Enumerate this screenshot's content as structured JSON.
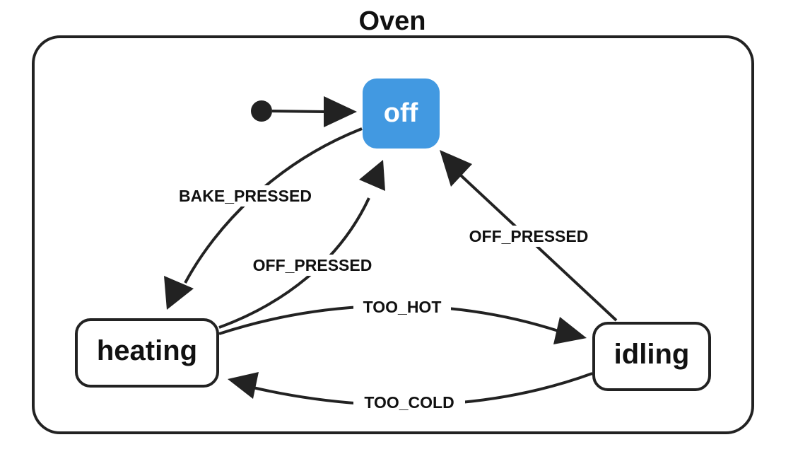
{
  "diagram": {
    "title": "Oven",
    "initial_state": "off",
    "active_state": "off",
    "colors": {
      "active_fill": "#4299E1",
      "stroke": "#222222",
      "text": "#111111"
    },
    "states": {
      "off": "off",
      "heating": "heating",
      "idling": "idling"
    },
    "transitions": {
      "bake_pressed": {
        "label": "BAKE_PRESSED",
        "from": "off",
        "to": "heating"
      },
      "off_pressed_from_heating": {
        "label": "OFF_PRESSED",
        "from": "heating",
        "to": "off"
      },
      "off_pressed_from_idling": {
        "label": "OFF_PRESSED",
        "from": "idling",
        "to": "off"
      },
      "too_hot": {
        "label": "TOO_HOT",
        "from": "heating",
        "to": "idling"
      },
      "too_cold": {
        "label": "TOO_COLD",
        "from": "idling",
        "to": "heating"
      }
    }
  }
}
